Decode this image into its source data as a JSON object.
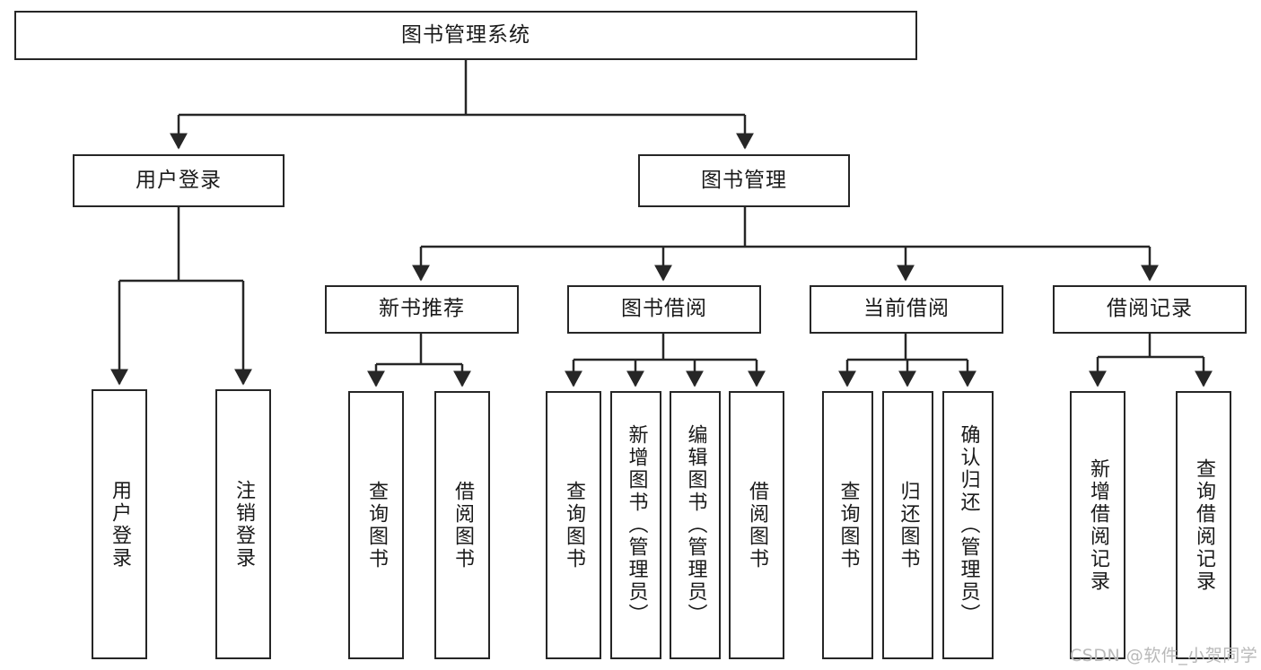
{
  "diagram": {
    "type": "hierarchy-tree",
    "title": "图书管理系统",
    "watermark": "CSDN @软件_小贺同学",
    "colors": {
      "stroke": "#262626",
      "fill": "#ffffff",
      "text": "#1a1a1a",
      "watermark": "#b9b9b9"
    },
    "levels": {
      "root": {
        "label": "图书管理系统"
      },
      "level2": [
        {
          "id": "user-login",
          "label": "用户登录"
        },
        {
          "id": "book-manage",
          "label": "图书管理"
        }
      ],
      "level3": [
        {
          "id": "new-book-recommend",
          "label": "新书推荐"
        },
        {
          "id": "book-borrow",
          "label": "图书借阅"
        },
        {
          "id": "current-borrow",
          "label": "当前借阅"
        },
        {
          "id": "borrow-record",
          "label": "借阅记录"
        }
      ],
      "leaves": [
        {
          "id": "leaf-user-login",
          "label": "用户登录",
          "parent": "user-login"
        },
        {
          "id": "leaf-logout-login",
          "label": "注销登录",
          "parent": "user-login"
        },
        {
          "id": "leaf-query-book-1",
          "label": "查询图书",
          "parent": "new-book-recommend"
        },
        {
          "id": "leaf-borrow-book-1",
          "label": "借阅图书",
          "parent": "new-book-recommend"
        },
        {
          "id": "leaf-query-book-2",
          "label": "查询图书",
          "parent": "book-borrow"
        },
        {
          "id": "leaf-add-book",
          "label": "新增图书（管理员）",
          "parent": "book-borrow"
        },
        {
          "id": "leaf-edit-book",
          "label": "编辑图书（管理员）",
          "parent": "book-borrow"
        },
        {
          "id": "leaf-borrow-book-2",
          "label": "借阅图书",
          "parent": "book-borrow"
        },
        {
          "id": "leaf-query-book-3",
          "label": "查询图书",
          "parent": "current-borrow"
        },
        {
          "id": "leaf-return-book",
          "label": "归还图书",
          "parent": "current-borrow"
        },
        {
          "id": "leaf-confirm-return",
          "label": "确认归还（管理员）",
          "parent": "current-borrow"
        },
        {
          "id": "leaf-add-record",
          "label": "新增借阅记录",
          "parent": "borrow-record"
        },
        {
          "id": "leaf-query-record",
          "label": "查询借阅记录",
          "parent": "borrow-record"
        }
      ]
    }
  }
}
